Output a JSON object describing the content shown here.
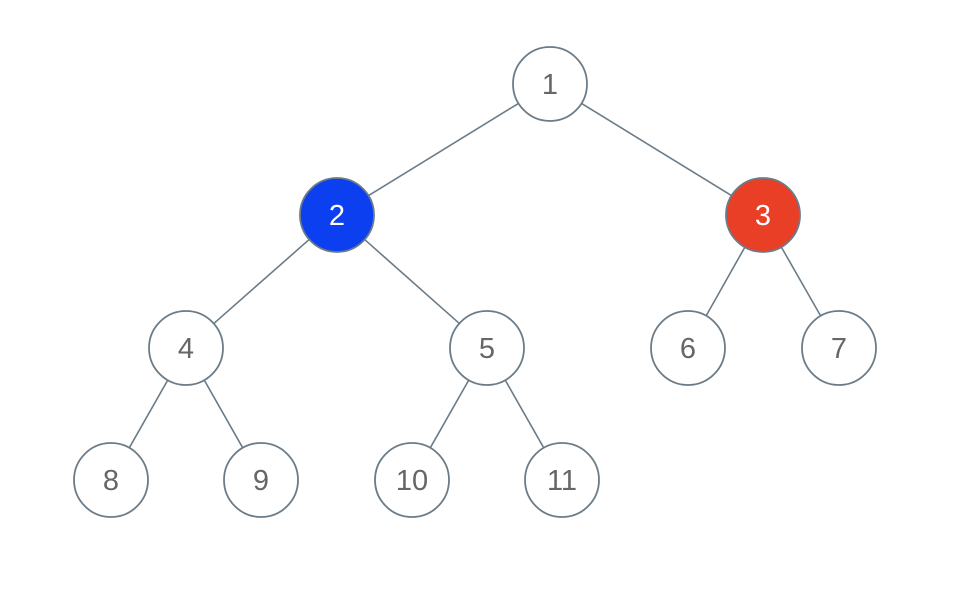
{
  "tree": {
    "nodes": [
      {
        "id": "1",
        "label": "1",
        "fill": "#ffffff",
        "text_color": "#666666"
      },
      {
        "id": "2",
        "label": "2",
        "fill": "#0b3ff0",
        "text_color": "#ffffff"
      },
      {
        "id": "3",
        "label": "3",
        "fill": "#e83f26",
        "text_color": "#ffffff"
      },
      {
        "id": "4",
        "label": "4",
        "fill": "#ffffff",
        "text_color": "#666666"
      },
      {
        "id": "5",
        "label": "5",
        "fill": "#ffffff",
        "text_color": "#666666"
      },
      {
        "id": "6",
        "label": "6",
        "fill": "#ffffff",
        "text_color": "#666666"
      },
      {
        "id": "7",
        "label": "7",
        "fill": "#ffffff",
        "text_color": "#666666"
      },
      {
        "id": "8",
        "label": "8",
        "fill": "#ffffff",
        "text_color": "#666666"
      },
      {
        "id": "9",
        "label": "9",
        "fill": "#ffffff",
        "text_color": "#666666"
      },
      {
        "id": "10",
        "label": "10",
        "fill": "#ffffff",
        "text_color": "#666666"
      },
      {
        "id": "11",
        "label": "11",
        "fill": "#ffffff",
        "text_color": "#666666"
      }
    ],
    "edges": [
      [
        "1",
        "2"
      ],
      [
        "1",
        "3"
      ],
      [
        "2",
        "4"
      ],
      [
        "2",
        "5"
      ],
      [
        "3",
        "6"
      ],
      [
        "3",
        "7"
      ],
      [
        "4",
        "8"
      ],
      [
        "4",
        "9"
      ],
      [
        "5",
        "10"
      ],
      [
        "5",
        "11"
      ]
    ]
  },
  "colors": {
    "edge": "#6b7c88",
    "node_outline": "#6b7c88",
    "highlight_blue": "#0b3ff0",
    "highlight_red": "#e83f26"
  }
}
